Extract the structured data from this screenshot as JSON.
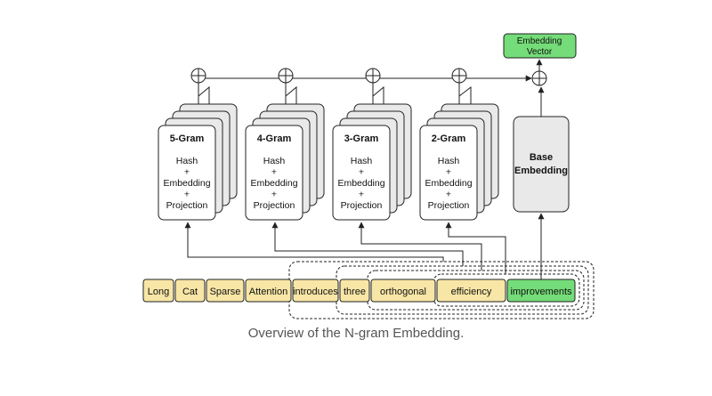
{
  "colors": {
    "token_fill": "#f8e6a6",
    "highlight_fill": "#74dc78",
    "box_fill": "#ffffff",
    "shadow_fill": "#e9e9e9",
    "base_fill": "#e9e9e9",
    "stroke": "#222222",
    "caption": "#555555"
  },
  "ngram_blocks": [
    {
      "title": "5-Gram",
      "lines": [
        "Hash",
        "+",
        "Embedding",
        "+",
        "Projection"
      ]
    },
    {
      "title": "4-Gram",
      "lines": [
        "Hash",
        "+",
        "Embedding",
        "+",
        "Projection"
      ]
    },
    {
      "title": "3-Gram",
      "lines": [
        "Hash",
        "+",
        "Embedding",
        "+",
        "Projection"
      ]
    },
    {
      "title": "2-Gram",
      "lines": [
        "Hash",
        "+",
        "Embedding",
        "+",
        "Projection"
      ]
    }
  ],
  "base_embedding": {
    "line1": "Base",
    "line2": "Embedding"
  },
  "output": {
    "line1": "Embedding",
    "line2": "Vector"
  },
  "plus_symbol": "+",
  "tokens": [
    "Long",
    "Cat",
    "Sparse",
    "Attention",
    "introduces",
    "three",
    "orthogonal",
    "efficiency",
    "improvements"
  ],
  "highlighted_token_index": 8,
  "caption": "Overview of the N-gram Embedding."
}
